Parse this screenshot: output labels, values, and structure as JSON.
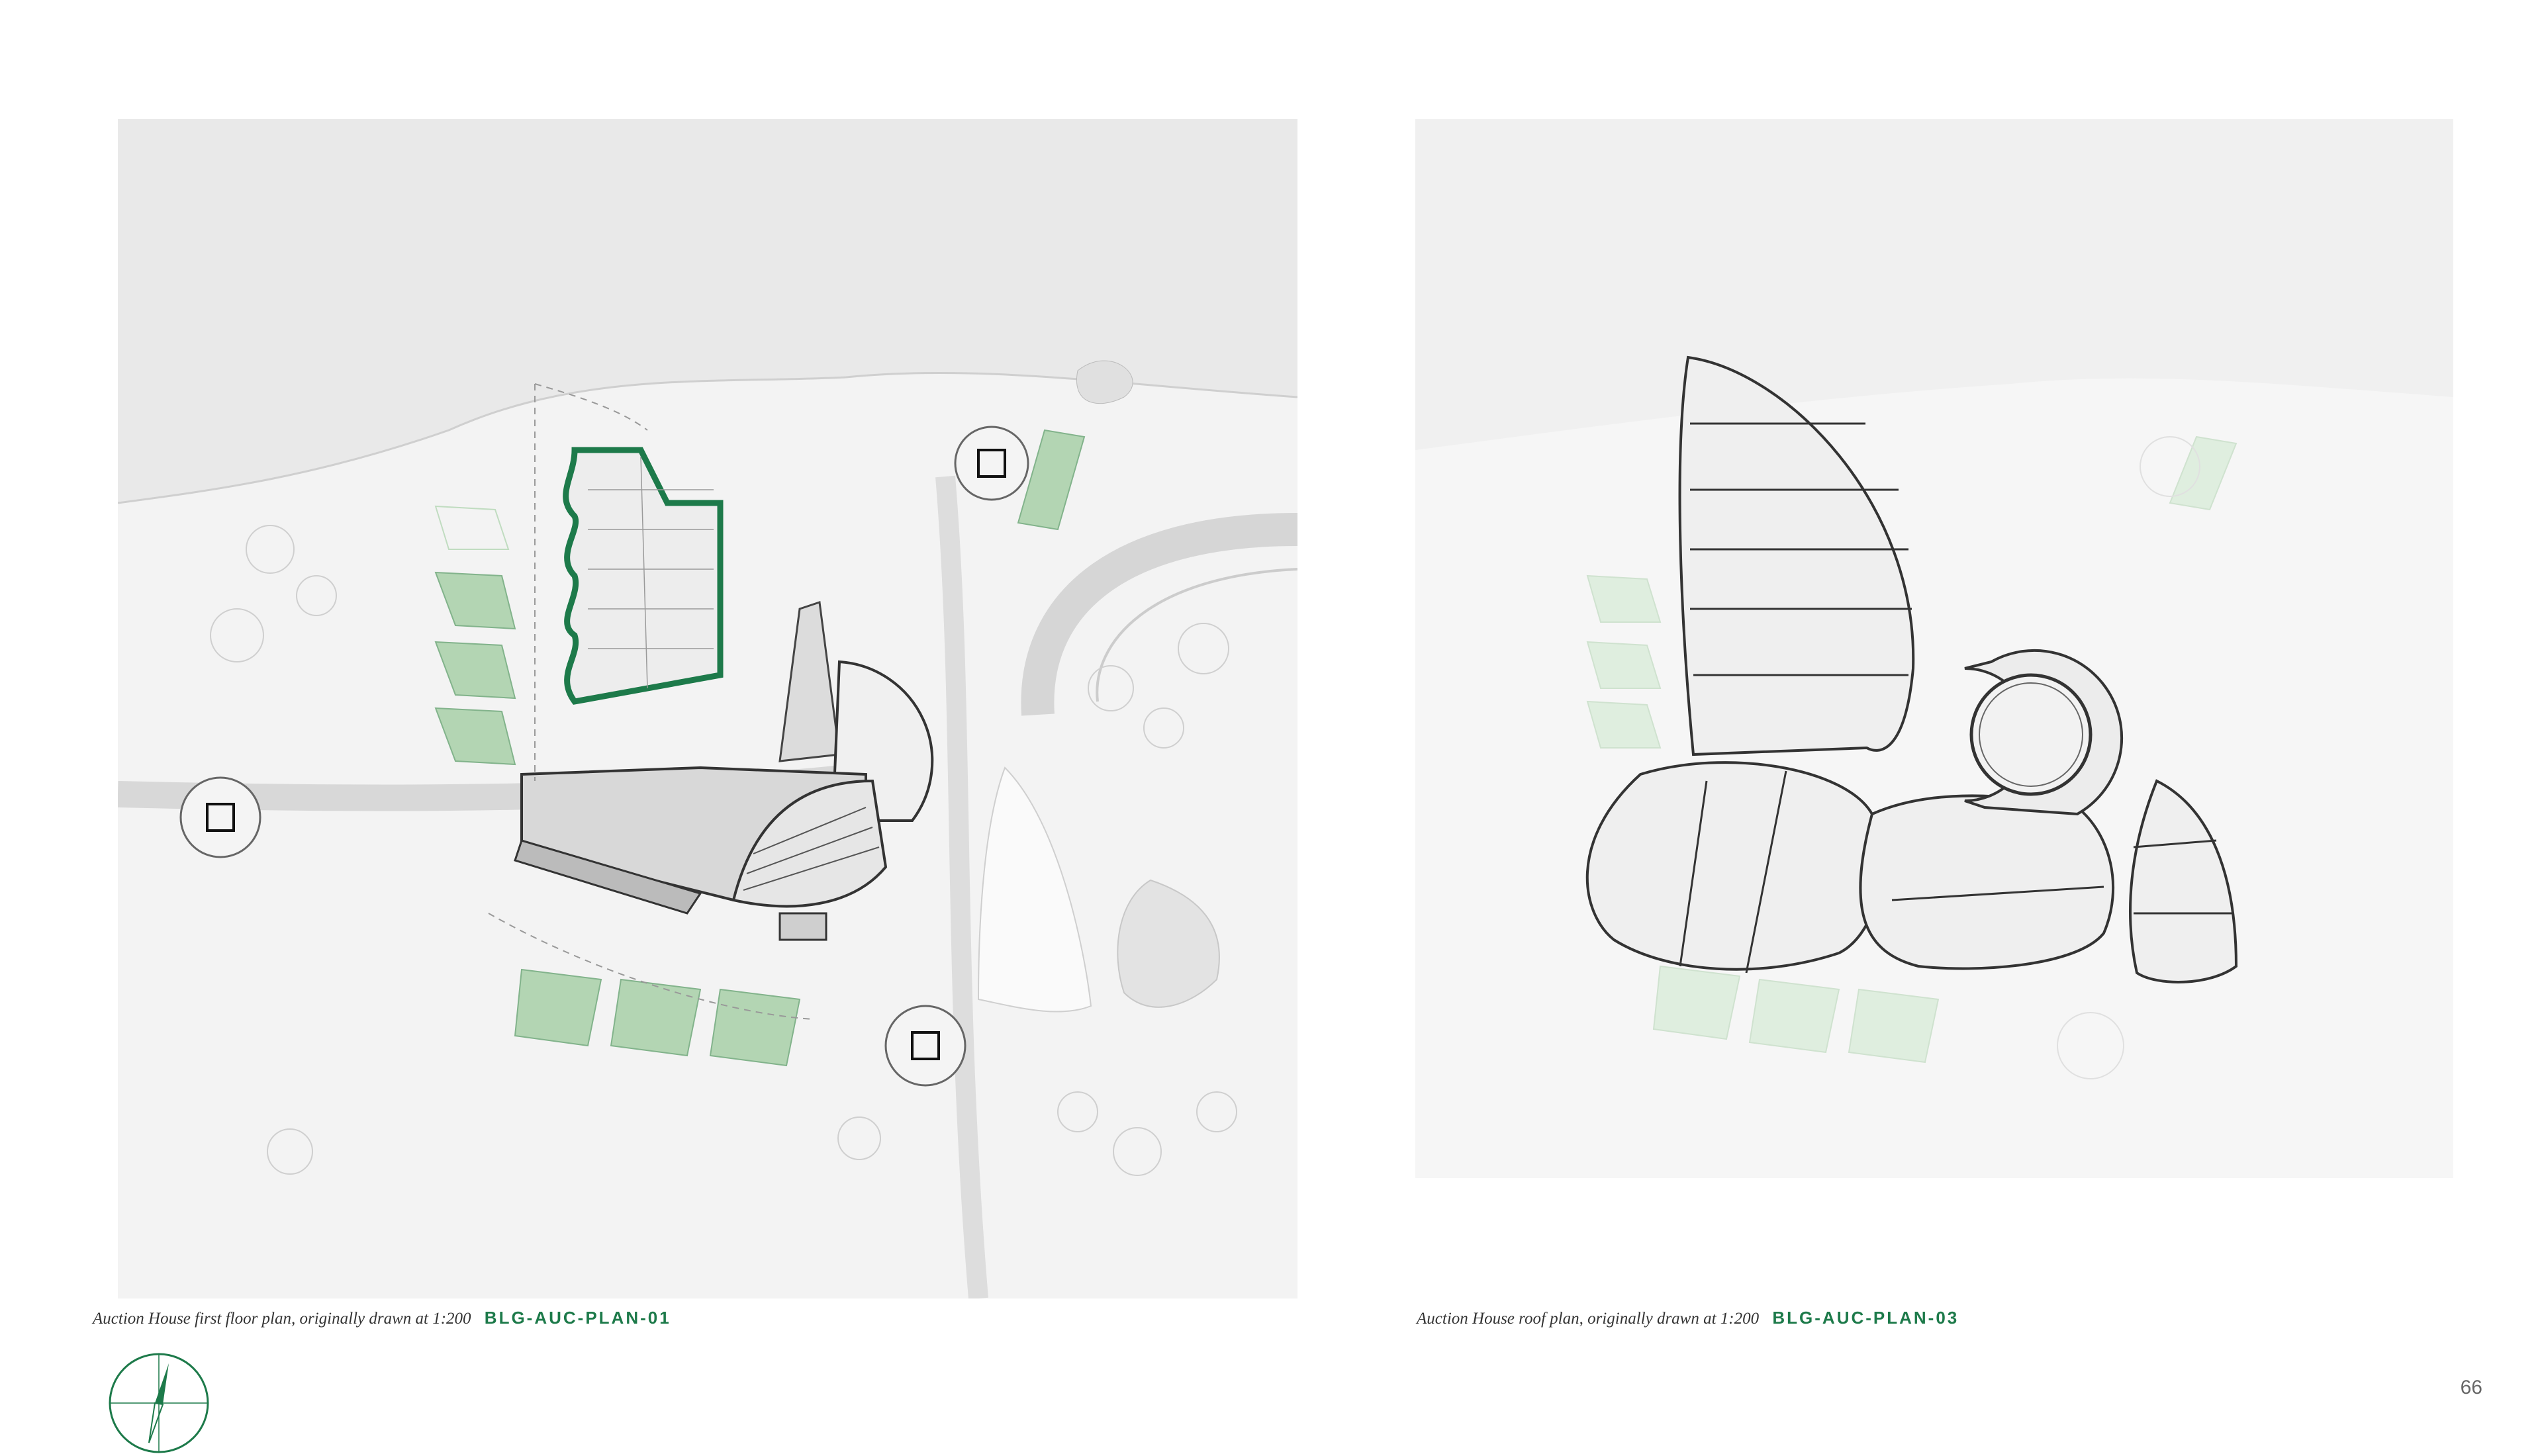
{
  "plans": [
    {
      "caption": "Auction House first floor plan, originally drawn at 1:200",
      "code": "BLG-AUC-PLAN-01"
    },
    {
      "caption": "Auction House roof  plan, originally drawn at 1:200",
      "code": "BLG-AUC-PLAN-03"
    }
  ],
  "page_number": "66",
  "colors": {
    "accent": "#1d7a4a",
    "light_green": "#a8d0a8",
    "linework": "#555555"
  },
  "icons": {
    "north_arrow": "north-arrow-icon"
  }
}
